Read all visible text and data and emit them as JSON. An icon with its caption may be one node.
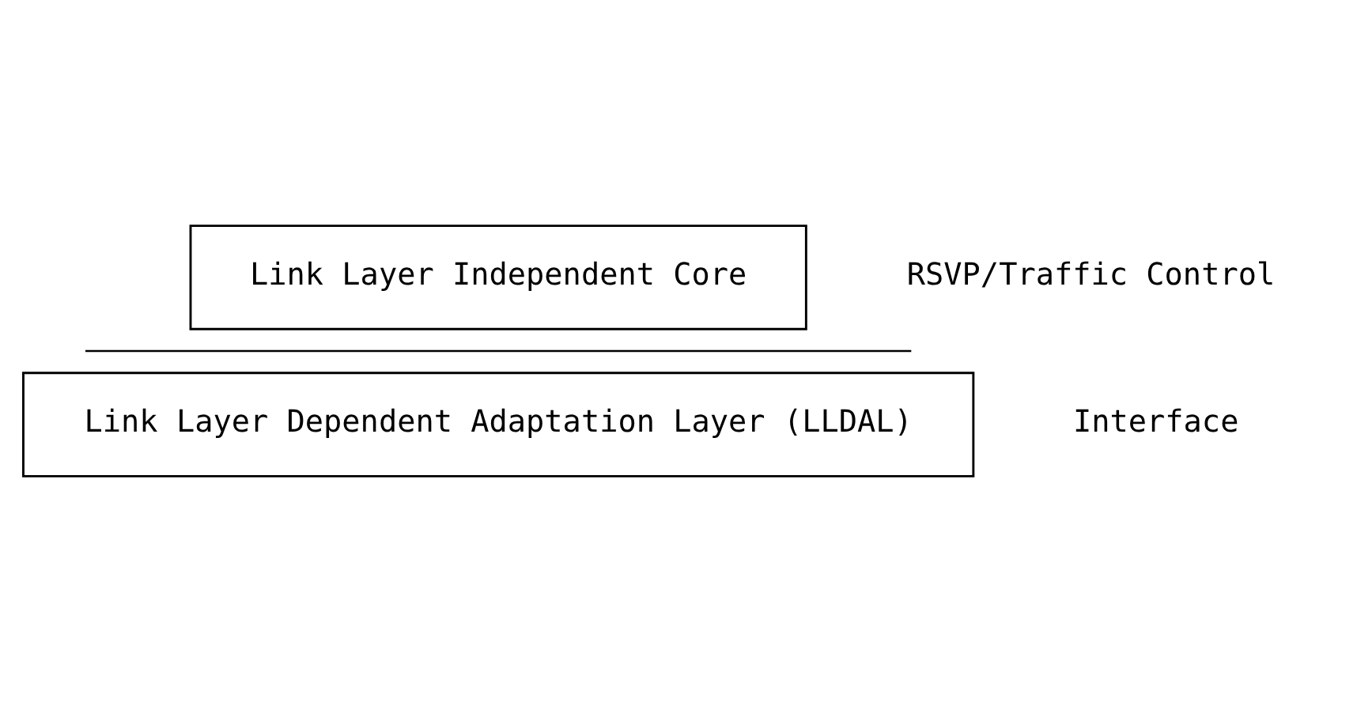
{
  "diagram": {
    "nodes": [
      {
        "text": [
          "Link Layer Independent Core"
        ]
      },
      {
        "text": [
          "Link Layer Dependent Adaptation Layer (LLDAL)"
        ]
      }
    ],
    "labels": [
      "RSVP/Traffic Control",
      "Interface"
    ]
  }
}
